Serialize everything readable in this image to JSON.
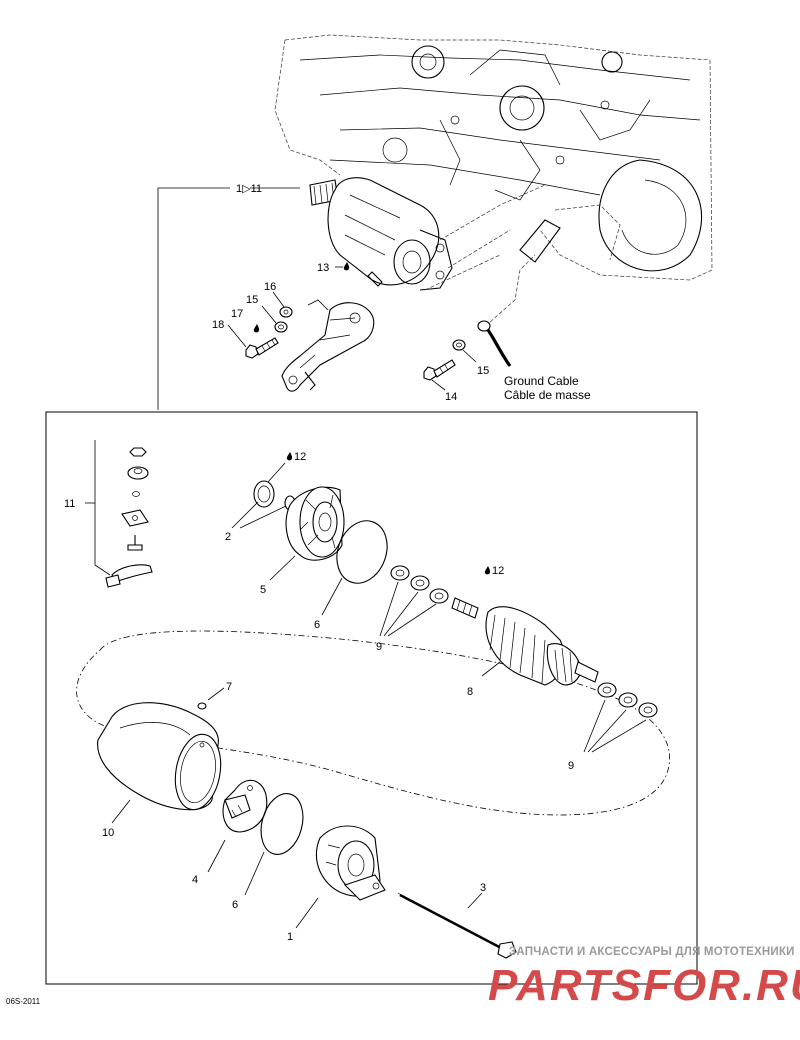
{
  "diagram": {
    "ref_upper": "1▷11",
    "callouts_upper": [
      {
        "key": "13",
        "text": "13"
      },
      {
        "key": "16",
        "text": "16"
      },
      {
        "key": "15a",
        "text": "15"
      },
      {
        "key": "17",
        "text": "17"
      },
      {
        "key": "18",
        "text": "18"
      },
      {
        "key": "15b",
        "text": "15"
      },
      {
        "key": "14",
        "text": "14"
      }
    ],
    "ground_cable": {
      "line1": "Ground Cable",
      "line2": "Câble de masse"
    },
    "callouts_detail": [
      {
        "key": "12a",
        "text": "12"
      },
      {
        "key": "11",
        "text": "11"
      },
      {
        "key": "2",
        "text": "2"
      },
      {
        "key": "5",
        "text": "5"
      },
      {
        "key": "6a",
        "text": "6"
      },
      {
        "key": "12b",
        "text": "12"
      },
      {
        "key": "9a",
        "text": "9"
      },
      {
        "key": "7",
        "text": "7"
      },
      {
        "key": "8",
        "text": "8"
      },
      {
        "key": "9b",
        "text": "9"
      },
      {
        "key": "10",
        "text": "10"
      },
      {
        "key": "4",
        "text": "4"
      },
      {
        "key": "6b",
        "text": "6"
      },
      {
        "key": "3",
        "text": "3"
      },
      {
        "key": "1",
        "text": "1"
      }
    ],
    "drawing_code": "06S-2011"
  },
  "watermark": {
    "tagline": "ЗАПЧАСТИ И АКСЕССУАРЫ ДЛЯ МОТОТЕХНИКИ",
    "logo": "PARTSFOR.RU"
  }
}
